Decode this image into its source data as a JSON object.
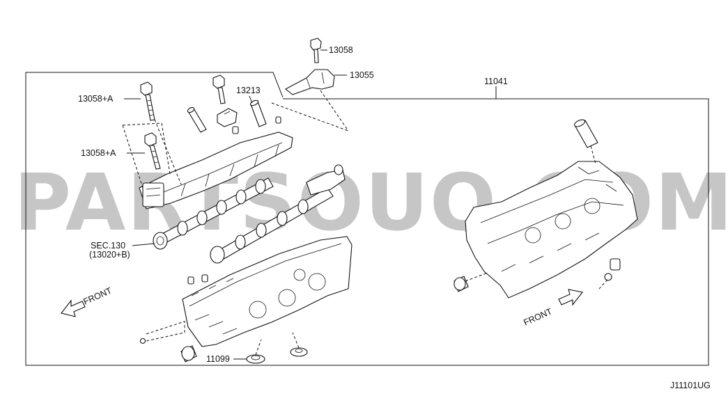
{
  "watermark": "PARTSOUQ.COM",
  "diagram_code": "J11101UG",
  "callouts": {
    "c13058": "13058",
    "c13055": "13055",
    "c11041": "11041",
    "c13213": "13213",
    "c13058a_top": "13058+A",
    "c13058a_mid": "13058+A",
    "sec130": "SEC.130",
    "sec130_sub": "(13020+B)",
    "c11099": "11099"
  },
  "front_left": "FRONT",
  "front_right": "FRONT",
  "icons": [
    "arrow-front-left-icon",
    "arrow-front-right-icon"
  ]
}
